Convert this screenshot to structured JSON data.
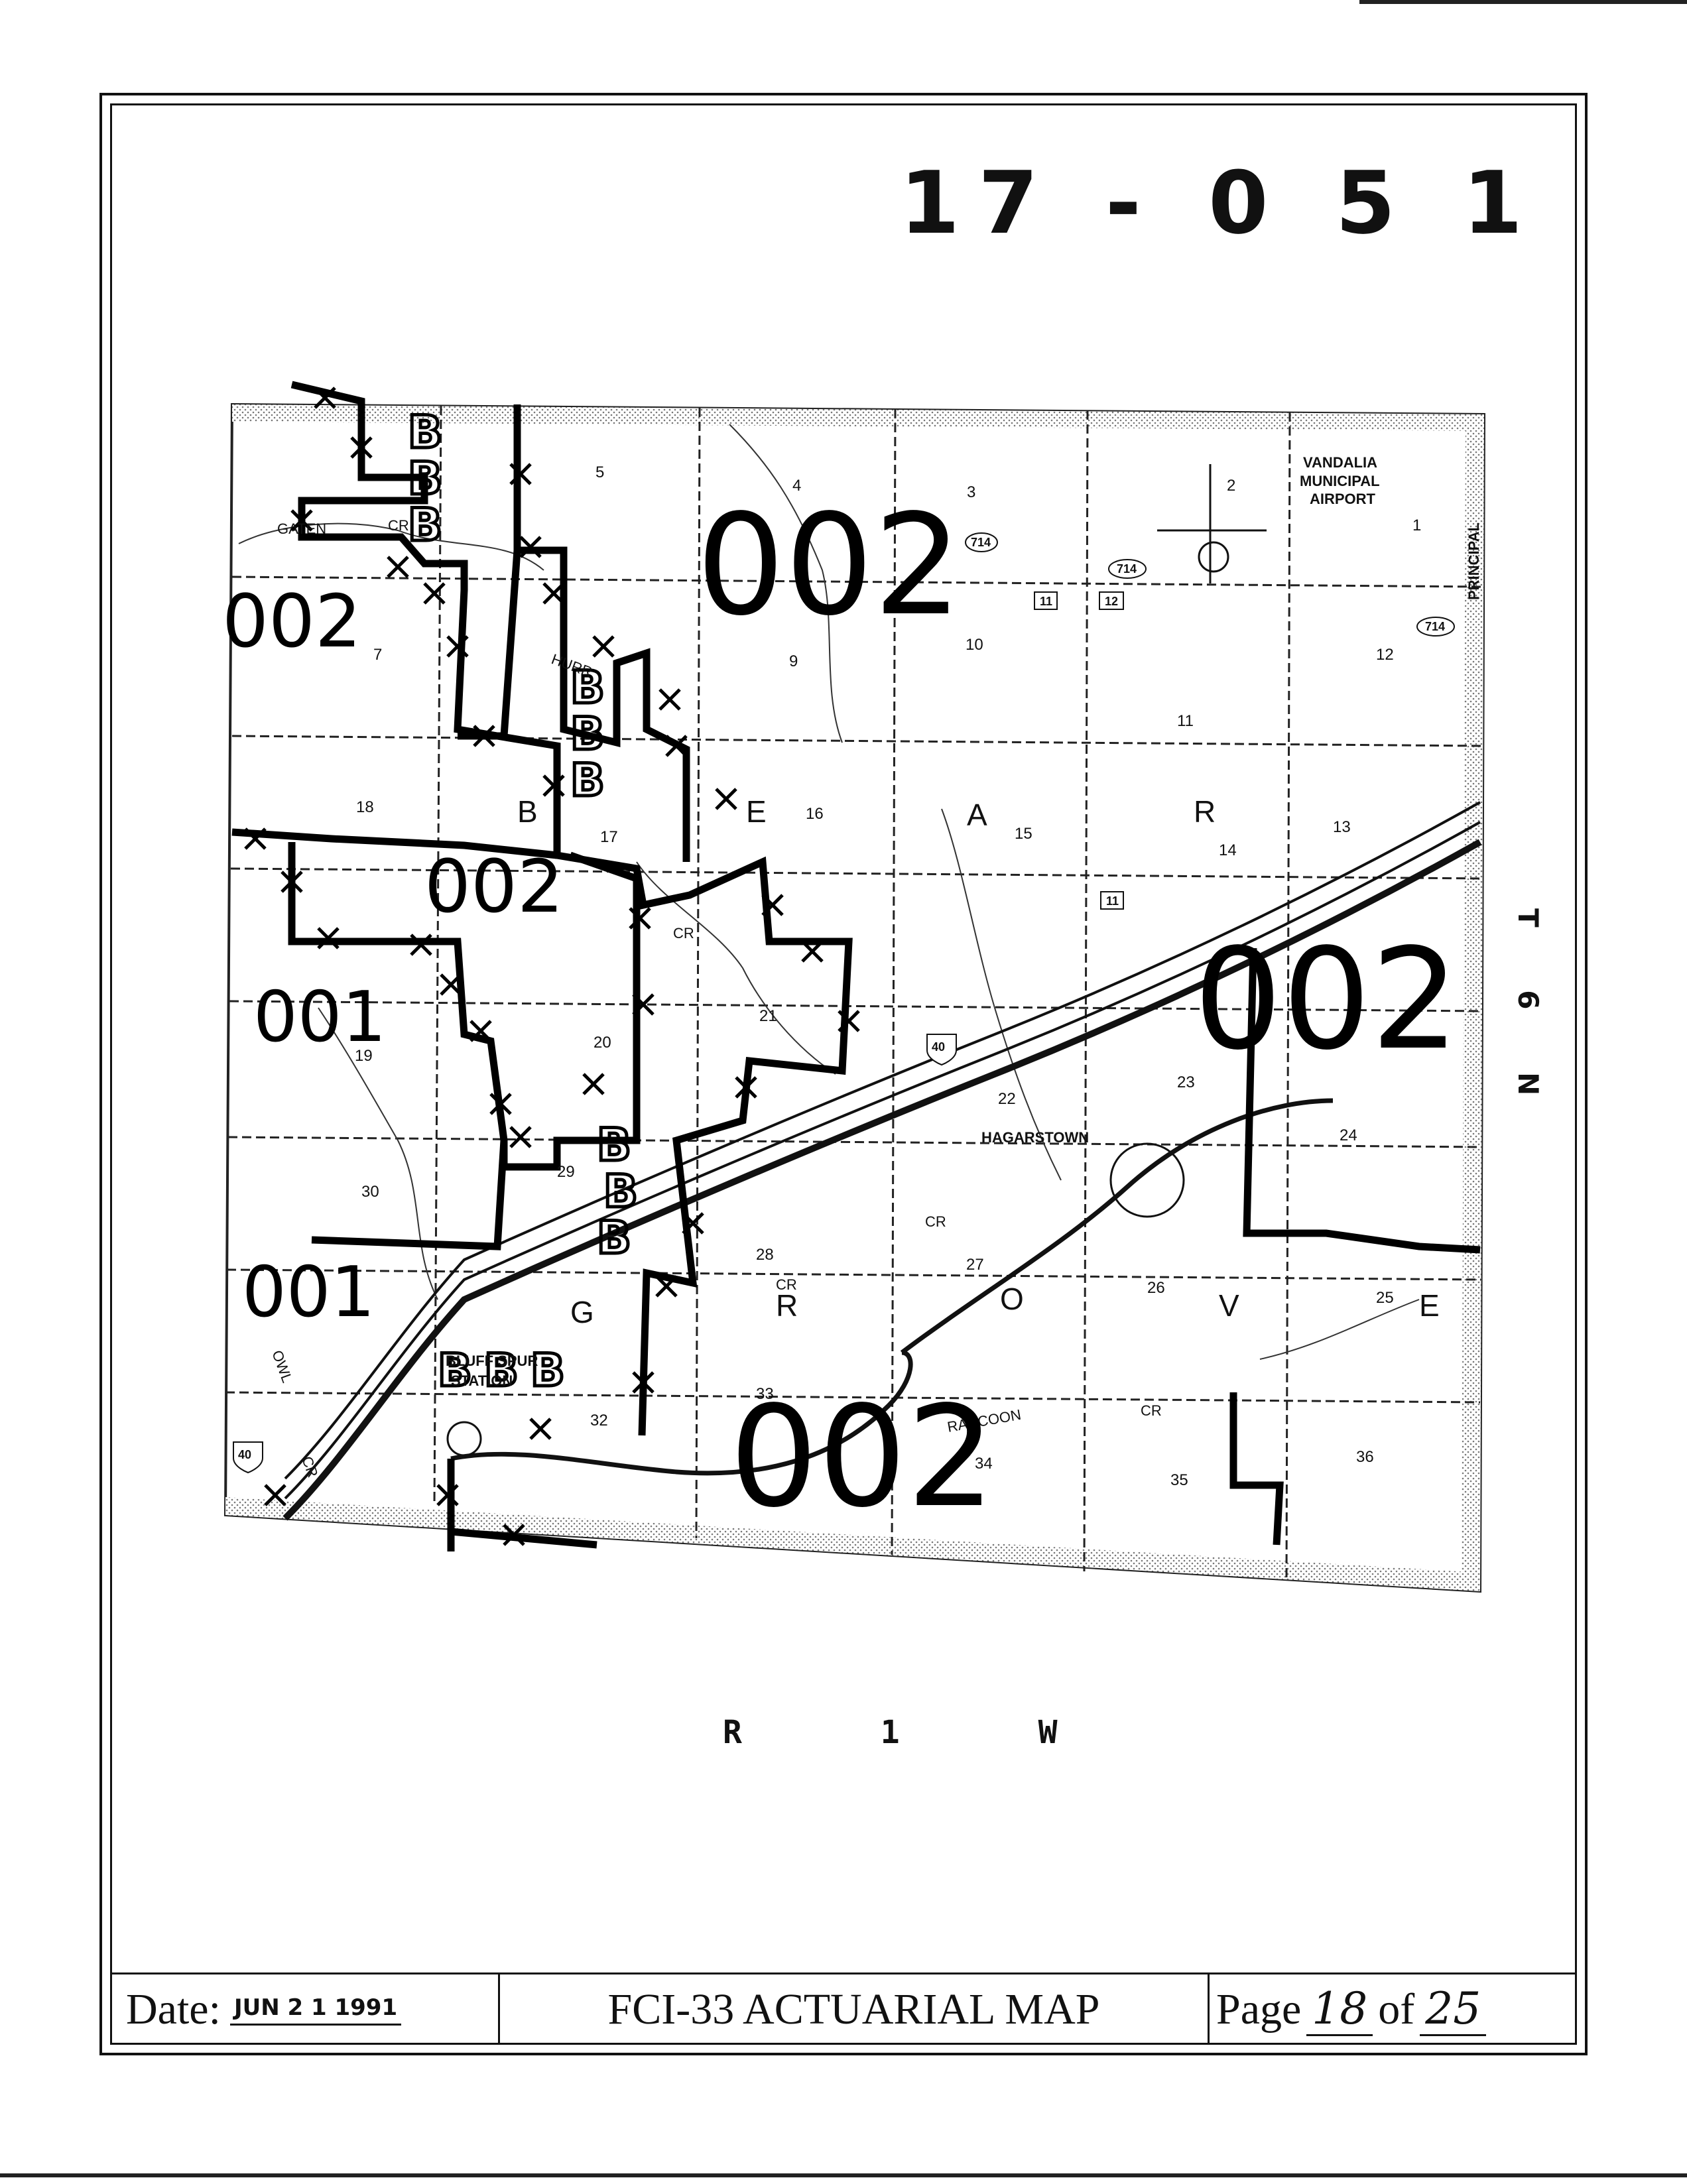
{
  "document": {
    "map_id": "17 - 0 5 1",
    "range_label": "R 1 W",
    "township_label": "T 6 N",
    "footer": {
      "date_label": "Date:",
      "date_value": "JUN 2 1 1991",
      "title": "FCI-33 ACTUARIAL MAP",
      "page_label": "Page",
      "page_number": "18",
      "of_label": "of",
      "page_total": "25"
    }
  },
  "map": {
    "township_name_letters": [
      "B",
      "E",
      "A",
      "R",
      "G",
      "R",
      "O",
      "V",
      "E"
    ],
    "places": [
      "VANDALIA",
      "MUNICIPAL",
      "AIRPORT",
      "HAGARSTOWN",
      "BLUFF SPUR",
      "STATION",
      "PRINCIPAL"
    ],
    "road_labels": [
      "GATEN",
      "CR",
      "HURR",
      "CR",
      "CR",
      "RACCOON",
      "CR",
      "OWL",
      "CR",
      "CR"
    ],
    "route_shields": [
      "714",
      "714",
      "714",
      "11",
      "12",
      "11",
      "40",
      "40"
    ],
    "zone_labels": [
      {
        "code": "002"
      },
      {
        "code": "002"
      },
      {
        "code": "002"
      },
      {
        "code": "002"
      },
      {
        "code": "001"
      },
      {
        "code": "001"
      },
      {
        "code": "002"
      }
    ],
    "sections": [
      "1",
      "2",
      "3",
      "4",
      "5",
      "7",
      "9",
      "10",
      "11",
      "12",
      "13",
      "14",
      "15",
      "16",
      "17",
      "18",
      "19",
      "20",
      "21",
      "22",
      "23",
      "24",
      "25",
      "26",
      "27",
      "28",
      "29",
      "30",
      "32",
      "33",
      "34",
      "35",
      "36"
    ]
  }
}
